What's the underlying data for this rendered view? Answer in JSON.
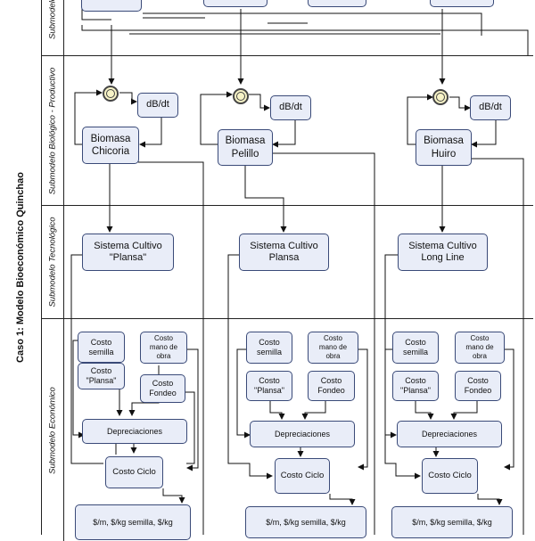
{
  "pool": {
    "title": "Caso 1: Modelo Bioeconómico Quinchao"
  },
  "lanes": {
    "top": "Submodelo",
    "bio": "Submodelo Biológico - Productivo",
    "tec": "Submodelo Tecnológico",
    "eco": "Submodelo Económico"
  },
  "bio": {
    "chicoria": {
      "biomass": "Biomasa\nChicoria",
      "rate": "dB/dt"
    },
    "pelillo": {
      "biomass": "Biomasa\nPelillo",
      "rate": "dB/dt"
    },
    "huiro": {
      "biomass": "Biomasa\nHuiro",
      "rate": "dB/dt"
    }
  },
  "tec": {
    "chicoria": "Sistema Cultivo\n\"Plansa\"",
    "pelillo": "Sistema Cultivo\nPlansa",
    "huiro": "Sistema Cultivo\nLong Line"
  },
  "eco": {
    "chicoria": {
      "semilla": "Costo\nsemilla",
      "mano": "Costo\nmano de\nobra",
      "plansa": "Costo\n\"Plansa\"",
      "fondeo": "Costo\nFondeo",
      "deprec": "Depreciaciones",
      "ciclo": "Costo Ciclo",
      "result": "$/m, $/kg semilla, $/kg"
    },
    "pelillo": {
      "semilla": "Costo\nsemilla",
      "mano": "Costo\nmano de\nobra",
      "plansa": "Costo\n\"Plansa\"",
      "fondeo": "Costo\nFondeo",
      "deprec": "Depreciaciones",
      "ciclo": "Costo Ciclo",
      "result": "$/m, $/kg semilla, $/kg"
    },
    "huiro": {
      "semilla": "Costo\nsemilla",
      "mano": "Costo\nmano de\nobra",
      "plansa": "Costo\n\"Plansa\"",
      "fondeo": "Costo\nFondeo",
      "deprec": "Depreciaciones",
      "ciclo": "Costo Ciclo",
      "result": "$/m, $/kg semilla, $/kg"
    }
  },
  "colors": {
    "task_fill": "#e9edf8",
    "task_border": "#3a4a78",
    "gateway_fill": "#f7f3c7",
    "line": "#111111"
  }
}
